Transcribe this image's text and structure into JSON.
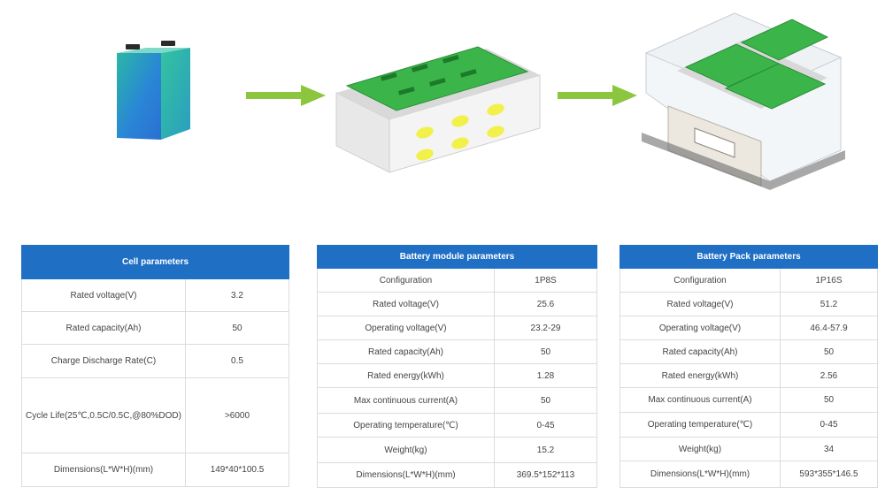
{
  "colors": {
    "header_blue": "#1f6fc5",
    "arrow_green": "#8cc63f",
    "pcb_green": "#3bb54a",
    "cell_blue": "#2a7bd8",
    "cell_teal": "#2bb79a"
  },
  "icons": [
    "battery-cell-icon",
    "arrow-right-icon",
    "battery-module-icon",
    "arrow-right-icon",
    "battery-pack-icon"
  ],
  "cell_table": {
    "title": "Cell parameters",
    "rows": [
      {
        "label": "Rated voltage(V)",
        "value": "3.2"
      },
      {
        "label": "Rated capacity(Ah)",
        "value": "50"
      },
      {
        "label": "Charge Discharge Rate(C)",
        "value": "0.5"
      },
      {
        "label": "Cycle Life(25℃,0.5C/0.5C,@80%DOD)",
        "value": ">6000"
      },
      {
        "label": "Dimensions(L*W*H)(mm)",
        "value": "149*40*100.5"
      }
    ]
  },
  "module_table": {
    "title": "Battery module parameters",
    "rows": [
      {
        "label": "Configuration",
        "value": "1P8S"
      },
      {
        "label": "Rated voltage(V)",
        "value": "25.6"
      },
      {
        "label": "Operating voltage(V)",
        "value": "23.2-29"
      },
      {
        "label": "Rated capacity(Ah)",
        "value": "50"
      },
      {
        "label": "Rated energy(kWh)",
        "value": "1.28"
      },
      {
        "label": "Max continuous current(A)",
        "value": "50"
      },
      {
        "label": "Operating temperature(℃)",
        "value": "0-45"
      },
      {
        "label": "Weight(kg)",
        "value": "15.2"
      },
      {
        "label": "Dimensions(L*W*H)(mm)",
        "value": "369.5*152*113"
      }
    ]
  },
  "pack_table": {
    "title": "Battery Pack parameters",
    "rows": [
      {
        "label": "Configuration",
        "value": "1P16S"
      },
      {
        "label": "Rated voltage(V)",
        "value": "51.2"
      },
      {
        "label": "Operating voltage(V)",
        "value": "46.4-57.9"
      },
      {
        "label": "Rated capacity(Ah)",
        "value": "50"
      },
      {
        "label": "Rated energy(kWh)",
        "value": "2.56"
      },
      {
        "label": "Max continuous current(A)",
        "value": "50"
      },
      {
        "label": "Operating temperature(℃)",
        "value": "0-45"
      },
      {
        "label": "Weight(kg)",
        "value": "34"
      },
      {
        "label": "Dimensions(L*W*H)(mm)",
        "value": "593*355*146.5"
      }
    ]
  }
}
